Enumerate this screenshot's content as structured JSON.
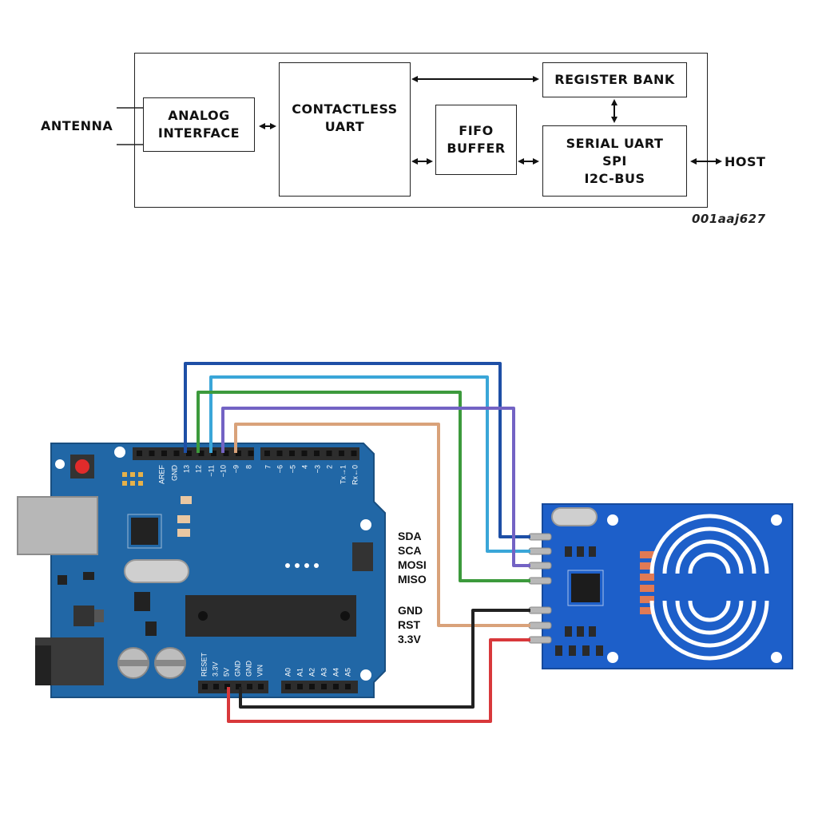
{
  "block_diagram": {
    "blocks": {
      "analog": "ANALOG\nINTERFACE",
      "uart": "CONTACTLESS\nUART",
      "register": "REGISTER BANK",
      "fifo": "FIFO\nBUFFER",
      "serial": "SERIAL UART\nSPI\nI2C-BUS"
    },
    "antenna_label": "ANTENNA",
    "host_label": "HOST",
    "code": "001aaj627"
  },
  "wiring": {
    "module_pins": [
      "SDA",
      "SCA",
      "MOSI",
      "MISO",
      "GND",
      "RST",
      "3.3V"
    ],
    "digital_header_labels": [
      "AREF",
      "GND",
      "13",
      "12",
      "~11",
      "~10",
      "~9",
      "8",
      "7",
      "~6",
      "~5",
      "4",
      "~3",
      "2",
      "Tx→1",
      "Rx←0"
    ],
    "power_header_labels": [
      "RESET",
      "3.3V",
      "5V",
      "GND",
      "GND",
      "VIN"
    ],
    "analog_header_labels": [
      "A0",
      "A1",
      "A2",
      "A3",
      "A4",
      "A5"
    ],
    "wire_colors": {
      "sda": "#1e4fa6",
      "sca": "#3aa6d8",
      "mosi": "#3c9a3c",
      "miso": "#7363c4",
      "rst": "#d9a27a",
      "gnd": "#222222",
      "power": "#d8383b"
    },
    "board_color": "#2167a6",
    "module_color": "#1d5fc9"
  }
}
